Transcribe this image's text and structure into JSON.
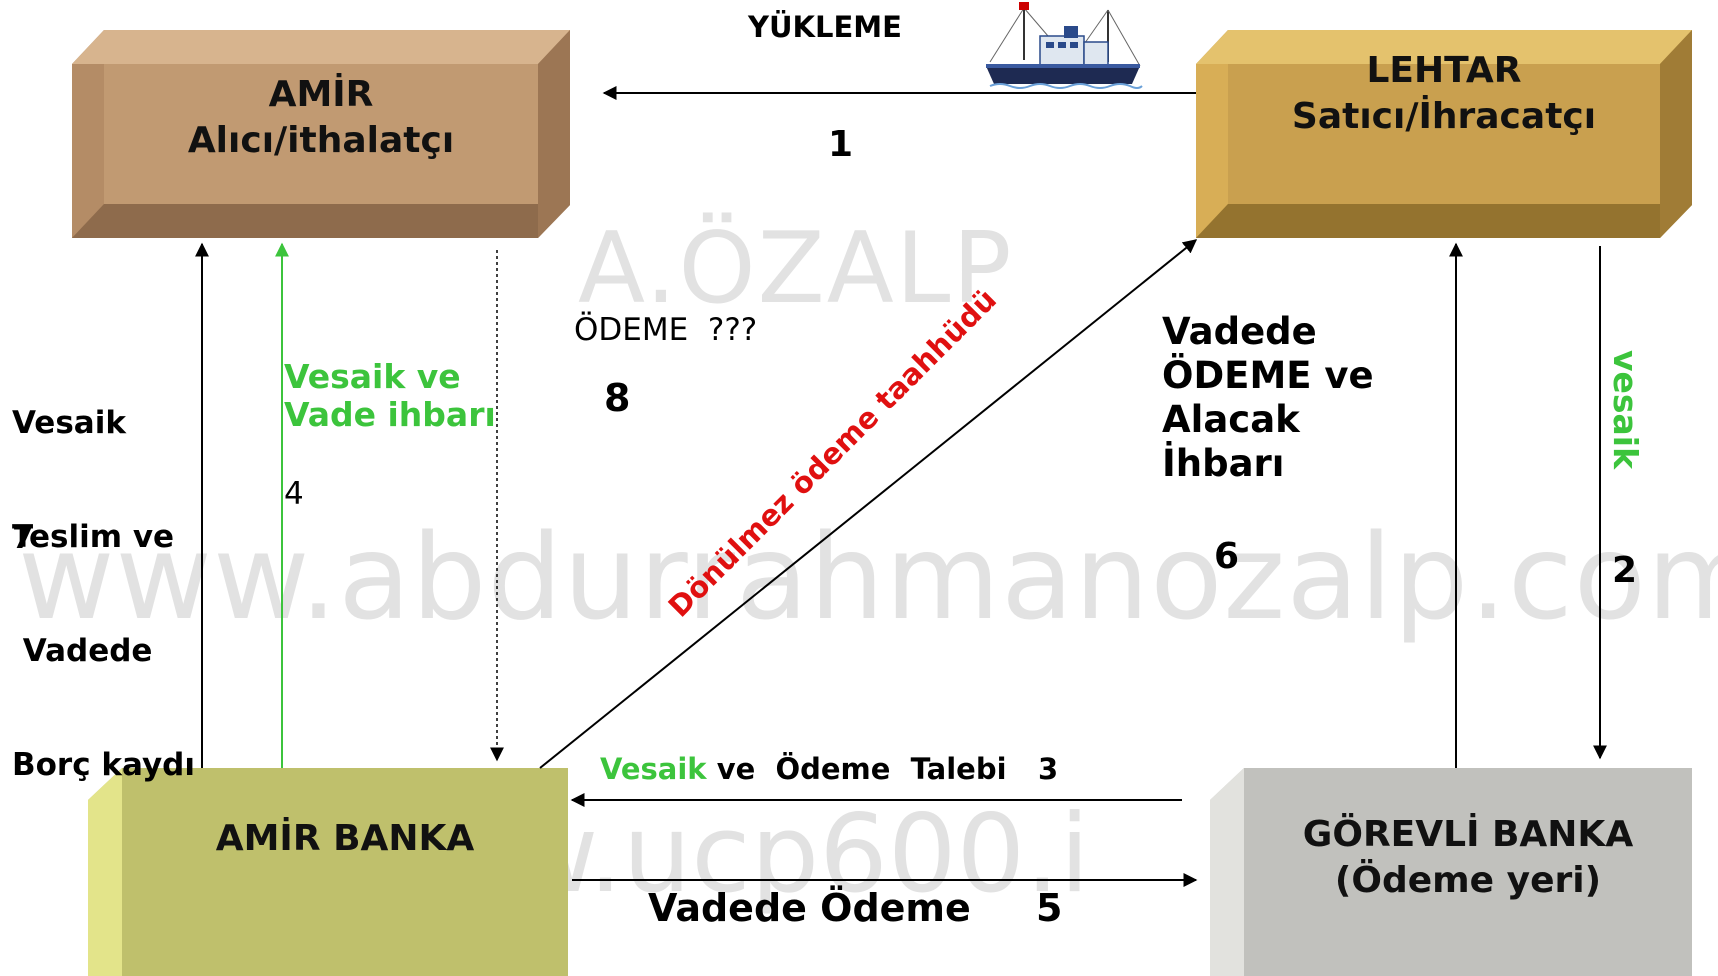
{
  "watermarks": {
    "author": "A.ÖZALP",
    "site": "www.abdurrahmanozalp.com",
    "site2": "w.ucp600.i"
  },
  "boxes": {
    "amir": {
      "title": "AMİR",
      "subtitle": "Alıcı/ithalatçı"
    },
    "lehtar": {
      "title": "LEHTAR",
      "subtitle": "Satıcı/İhracatçı"
    },
    "amir_banka": {
      "title": "AMİR BANKA"
    },
    "gorevli_banka": {
      "title": "GÖREVLİ BANKA",
      "subtitle": "(Ödeme yeri)"
    }
  },
  "labels": {
    "yukleme": "YÜKLEME",
    "step1": "1",
    "vesaik_vertical": "vesaik",
    "step2": "2",
    "talebi_green": "Vesaik",
    "talebi_rest": "ve  Ödeme  Talebi",
    "step3": "3",
    "vade_ihbari_line1": "Vesaik ve",
    "vade_ihbari_line2": "Vade ihbarı",
    "step4": "4",
    "vadede_odeme": "Vadede Ödeme",
    "step5": "5",
    "alacak_line1": "Vadede",
    "alacak_line2": "ÖDEME ve",
    "alacak_line3": "Alacak",
    "alacak_line4": "İhbarı",
    "step6": "6",
    "teslim_line1": "Vesaik",
    "teslim_line2": "Teslim ve",
    "teslim_line3": " Vadede",
    "teslim_line4": "Borç kaydı",
    "step7": "7",
    "odeme_question": "ÖDEME  ???",
    "step8": "8",
    "taahhut": "Dönülmez ödeme taahhüdü"
  },
  "colors": {
    "amir_box": "#c19a72",
    "lehtar_box": "#c9a04f",
    "amir_banka_box": "#bfc06c",
    "gorevli_banka_box": "#c1c1bd",
    "green_text": "#3cc43c",
    "red_text": "#e01010"
  }
}
